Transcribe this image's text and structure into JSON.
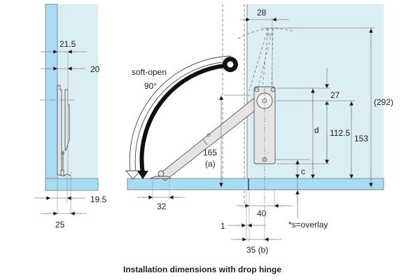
{
  "caption": "Installation dimensions with drop hinge",
  "colors": {
    "cabinet_inner": "#dbeef4",
    "panel": "#a8dcf5",
    "arrow": "#111111",
    "hardware": "#e4e4e4"
  },
  "left_view": {
    "dims": {
      "top1": "21.5",
      "top2": "20",
      "bottom1": "19.5",
      "bottom2": "25"
    }
  },
  "right_view": {
    "motion_label": "soft-open",
    "angle_label": "90°",
    "dims": {
      "width_top": "28",
      "d27": "27",
      "d": "d",
      "d112": "112.5",
      "d153": "153",
      "d292": "(292)",
      "c": "c",
      "d165": "165",
      "a": "(a)",
      "d32": "32",
      "d40": "40",
      "d1": "1",
      "d35": "35 (b)",
      "note": "*s=overlay"
    }
  }
}
